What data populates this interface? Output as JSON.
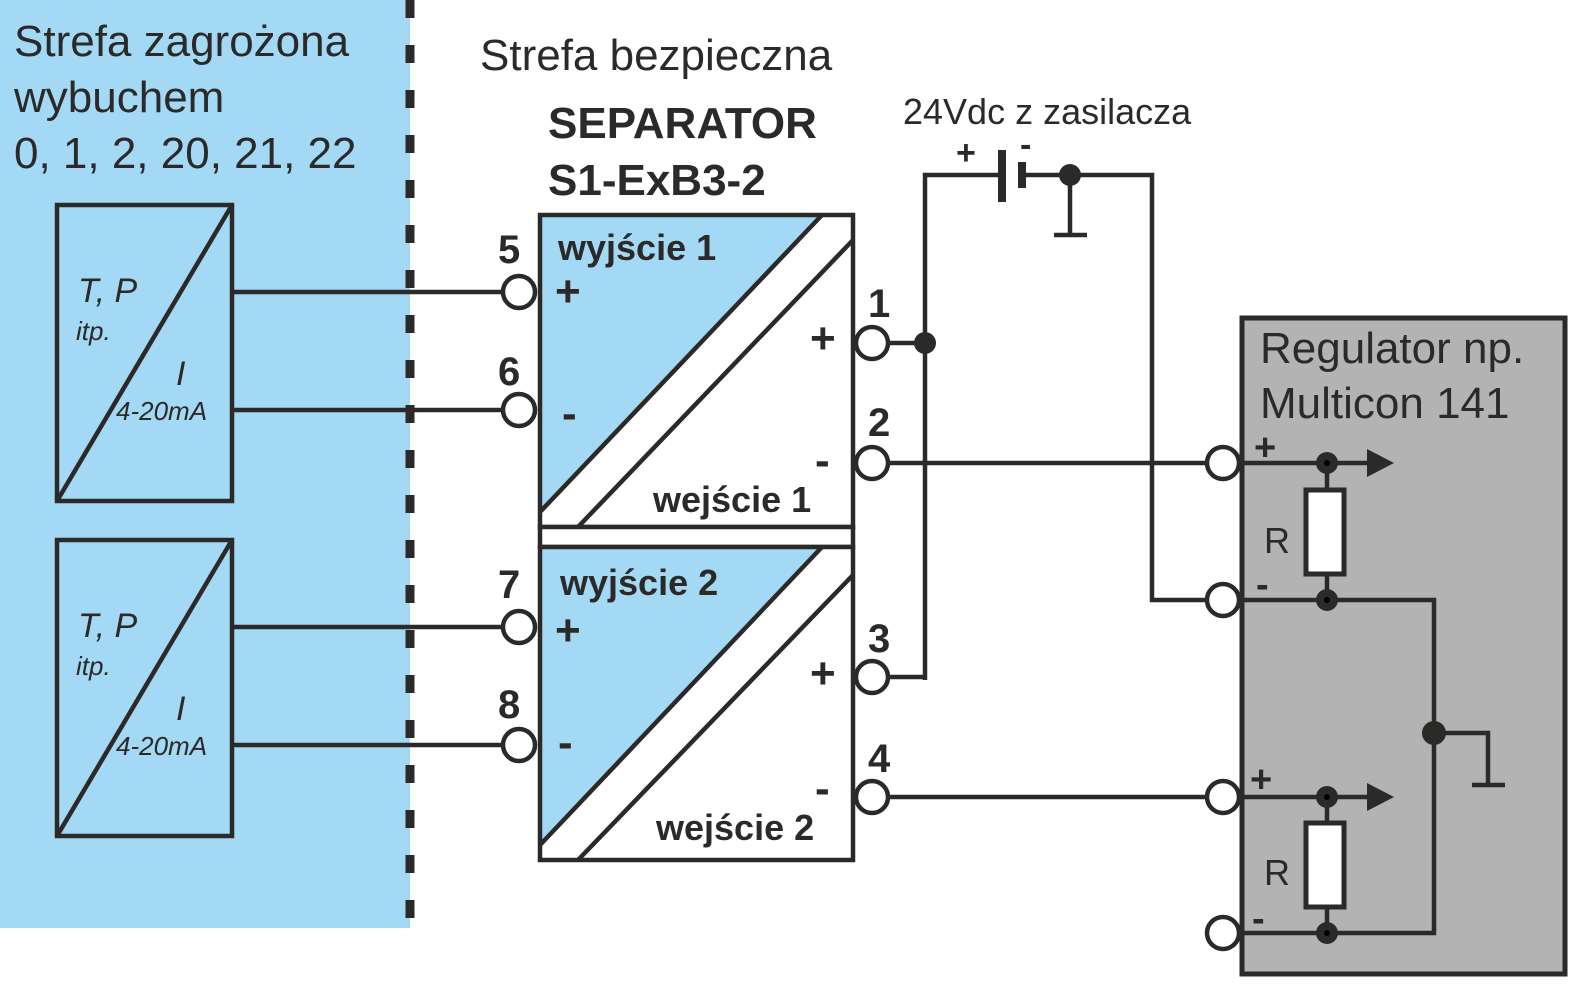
{
  "colors": {
    "hazard_zone": "#a3d9f5",
    "line": "#2b2a29",
    "regulator_fill": "#b3b3b3",
    "white": "#ffffff"
  },
  "zones": {
    "hazard": {
      "line1": "Strefa zagrożona",
      "line2": "wybuchem",
      "line3": "0, 1, 2, 20, 21, 22"
    },
    "safe": {
      "title": "Strefa bezpieczna"
    }
  },
  "separator": {
    "title": "SEPARATOR",
    "model": "S1-ExB3-2",
    "channels": [
      {
        "output_label": "wyjście 1",
        "input_label": "wejście 1",
        "output_terminals": [
          {
            "number": "5",
            "polarity": "+"
          },
          {
            "number": "6",
            "polarity": "-"
          }
        ],
        "input_terminals": [
          {
            "number": "1",
            "polarity": "+"
          },
          {
            "number": "2",
            "polarity": "-"
          }
        ]
      },
      {
        "output_label": "wyjście 2",
        "input_label": "wejście 2",
        "output_terminals": [
          {
            "number": "7",
            "polarity": "+"
          },
          {
            "number": "8",
            "polarity": "-"
          }
        ],
        "input_terminals": [
          {
            "number": "3",
            "polarity": "+"
          },
          {
            "number": "4",
            "polarity": "-"
          }
        ]
      }
    ]
  },
  "transmitters": [
    {
      "quantity": "T, P",
      "quantity_note": "itp.",
      "signal": "I",
      "range": "4-20mA"
    },
    {
      "quantity": "T, P",
      "quantity_note": "itp.",
      "signal": "I",
      "range": "4-20mA"
    }
  ],
  "power_supply": {
    "label": "24Vdc z zasilacza",
    "plus": "+",
    "minus": "-"
  },
  "regulator": {
    "line1": "Regulator np.",
    "line2": "Multicon 141",
    "inputs": [
      {
        "plus": "+",
        "minus": "-",
        "resistor": "R"
      },
      {
        "plus": "+",
        "minus": "-",
        "resistor": "R"
      }
    ]
  }
}
